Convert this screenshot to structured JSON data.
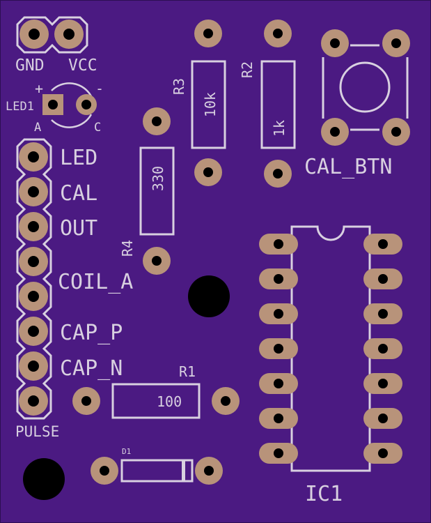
{
  "colors": {
    "board": "#4b1a82",
    "board_edge": "#2c0f52",
    "copper": "#b8937a",
    "silkscreen": "#d8d0e0",
    "drill": "#000000"
  },
  "power": {
    "gnd": "GND",
    "vcc": "VCC"
  },
  "led": {
    "ref": "LED1",
    "plus": "+",
    "minus": "-",
    "anode": "A",
    "cathode": "C"
  },
  "header_labels": [
    "LED",
    "CAL",
    "OUT",
    "COIL_A",
    "CAP_P",
    "CAP_N",
    "PULSE"
  ],
  "resistors": {
    "r1": {
      "ref": "R1",
      "value": "100"
    },
    "r2": {
      "ref": "R2",
      "value": "1k"
    },
    "r3": {
      "ref": "R3",
      "value": "10k"
    },
    "r4": {
      "ref": "R4",
      "value": "330"
    }
  },
  "button": {
    "ref": "CAL_BTN"
  },
  "diode": {
    "ref": "D1"
  },
  "ic": {
    "ref": "IC1"
  }
}
